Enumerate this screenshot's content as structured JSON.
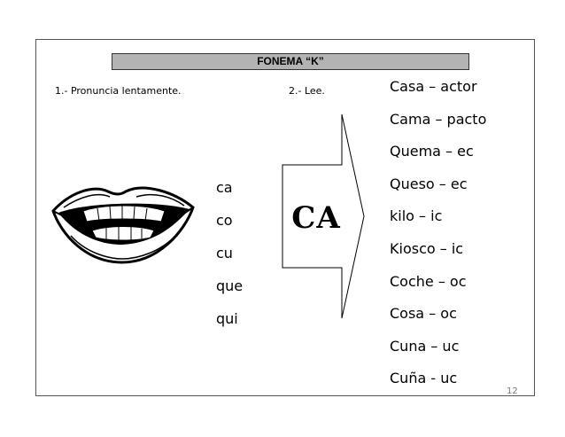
{
  "title": "FONEMA “K”",
  "instructions": {
    "step1": "1.- Pronuncia lentamente.",
    "step2": "2.- Lee."
  },
  "syllables": [
    "ca",
    "co",
    "cu",
    "que",
    "qui"
  ],
  "highlight": "CA",
  "words": [
    "Casa – actor",
    "Cama – pacto",
    "Quema – ec",
    "Queso – ec",
    "kilo – ic",
    "Kiosco – ic",
    "Coche – oc",
    "Cosa – oc",
    "Cuna – uc",
    "Cuña - uc"
  ],
  "page_number": "12",
  "icons": {
    "mouth": "mouth-icon",
    "arrow": "right-arrow-icon"
  },
  "colors": {
    "title_bar": "#b3b3b3",
    "frame": "#555555"
  }
}
